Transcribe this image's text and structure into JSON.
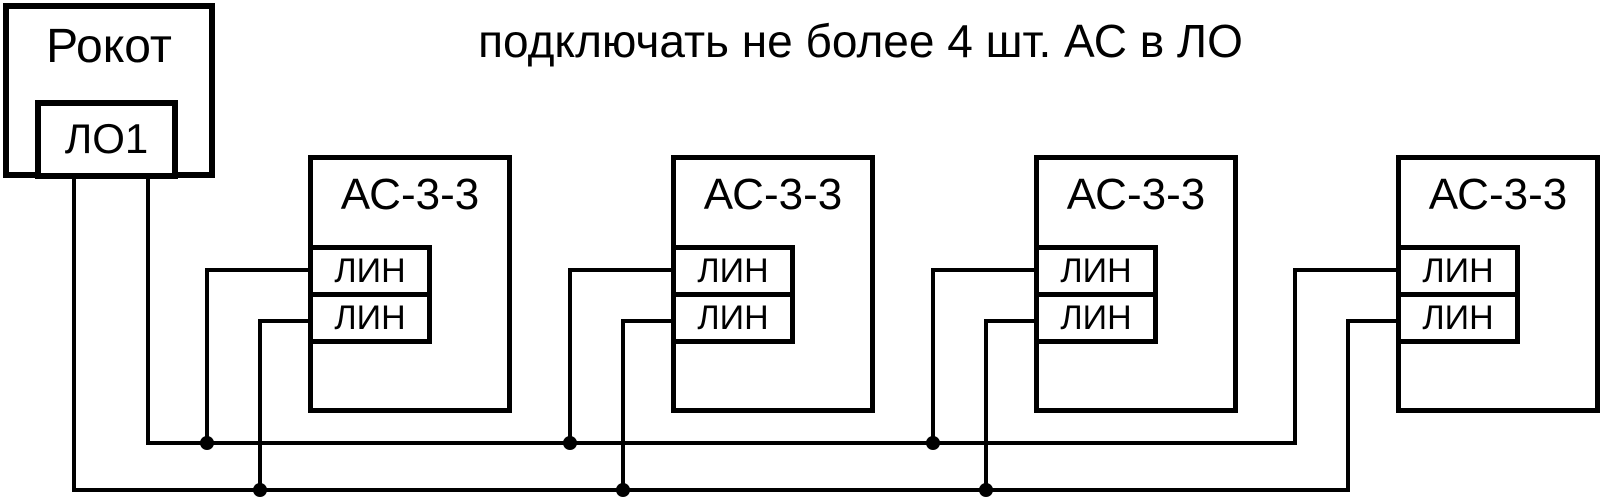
{
  "title": "подключать не более 4 шт. АС в ЛО",
  "panel": {
    "label": "Рокот",
    "output_label": "ЛО1"
  },
  "speakers": [
    {
      "label": "АС-3-3",
      "terminals": [
        "ЛИН",
        "ЛИН"
      ]
    },
    {
      "label": "АС-3-3",
      "terminals": [
        "ЛИН",
        "ЛИН"
      ]
    },
    {
      "label": "АС-3-3",
      "terminals": [
        "ЛИН",
        "ЛИН"
      ]
    },
    {
      "label": "АС-3-3",
      "terminals": [
        "ЛИН",
        "ЛИН"
      ]
    }
  ],
  "colors": {
    "background": "#ffffff",
    "line": "#000000"
  }
}
